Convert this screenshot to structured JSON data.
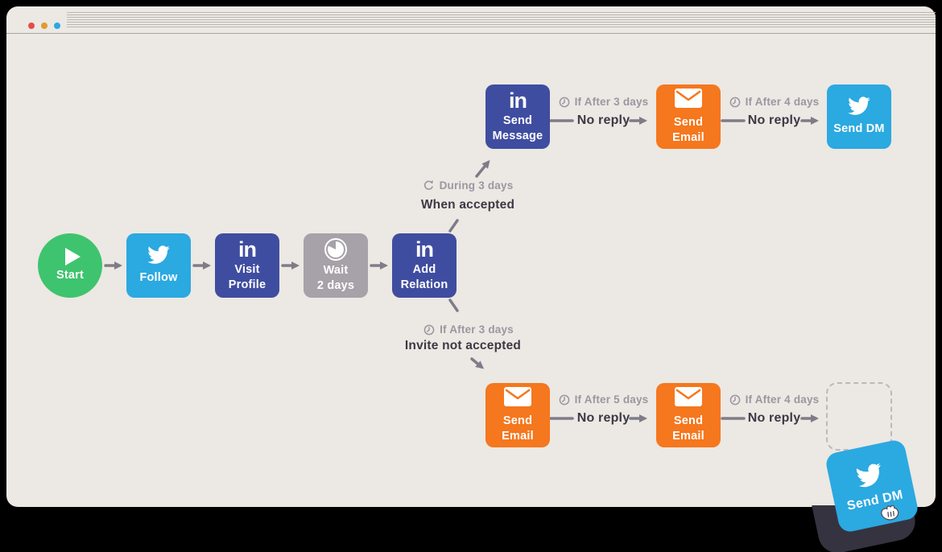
{
  "window": {
    "traffic_lights": [
      {
        "name": "close",
        "color": "#E04F4A"
      },
      {
        "name": "minimize",
        "color": "#E19A2E"
      },
      {
        "name": "expand",
        "color": "#2BA9E1"
      }
    ]
  },
  "palette": {
    "background": "#ECE8E3",
    "page_frame": "#000000",
    "green": "#3EC46E",
    "twitter_blue": "#2BA9E1",
    "linkedin_indigo": "#3F4DA0",
    "email_orange": "#F5771E",
    "wait_gray": "#A7A1A9",
    "arrow_gray": "#7F7C88",
    "condition_text": "#9B96A1",
    "dark_text": "#3C3945",
    "drag_shadow": "#363340"
  },
  "linkedin_glyph": "in",
  "nodes": {
    "start": {
      "label": "Start",
      "icon": "play-icon",
      "color": "#3EC46E"
    },
    "follow": {
      "label": "Follow",
      "icon": "twitter-icon",
      "color": "#2BA9E1"
    },
    "visit_profile": {
      "line1": "Visit",
      "line2": "Profile",
      "icon": "linkedin-icon",
      "color": "#3F4DA0"
    },
    "wait": {
      "line1": "Wait",
      "line2": "2 days",
      "icon": "timer-icon",
      "color": "#A7A1A9"
    },
    "add_relation": {
      "line1": "Add",
      "line2": "Relation",
      "icon": "linkedin-icon",
      "color": "#3F4DA0"
    },
    "send_message": {
      "line1": "Send",
      "line2": "Message",
      "icon": "linkedin-icon",
      "color": "#3F4DA0"
    },
    "send_email_top": {
      "line1": "Send",
      "line2": "Email",
      "icon": "envelope-icon",
      "color": "#F5771E"
    },
    "send_dm_top": {
      "label": "Send DM",
      "icon": "twitter-icon",
      "color": "#2BA9E1"
    },
    "send_email_bottom_1": {
      "line1": "Send",
      "line2": "Email",
      "icon": "envelope-icon",
      "color": "#F5771E"
    },
    "send_email_bottom_2": {
      "line1": "Send",
      "line2": "Email",
      "icon": "envelope-icon",
      "color": "#F5771E"
    },
    "dragged_send_dm": {
      "label": "Send DM",
      "icon": "twitter-icon",
      "color": "#2BA9E1"
    }
  },
  "connectors": {
    "top_1": {
      "icon": "clock-icon",
      "condition": "If After 3 days",
      "result": "No reply"
    },
    "top_2": {
      "icon": "clock-icon",
      "condition": "If After 4 days",
      "result": "No reply"
    },
    "bottom_1": {
      "icon": "clock-icon",
      "condition": "If After 5 days",
      "result": "No reply"
    },
    "bottom_2": {
      "icon": "clock-icon",
      "condition": "If After 4 days",
      "result": "No reply"
    }
  },
  "branches": {
    "accepted": {
      "icon": "cycle-icon",
      "condition": "During 3 days",
      "label": "When accepted"
    },
    "not_accepted": {
      "icon": "clock-icon",
      "condition": "If After 3 days",
      "label": "Invite not accepted"
    }
  }
}
